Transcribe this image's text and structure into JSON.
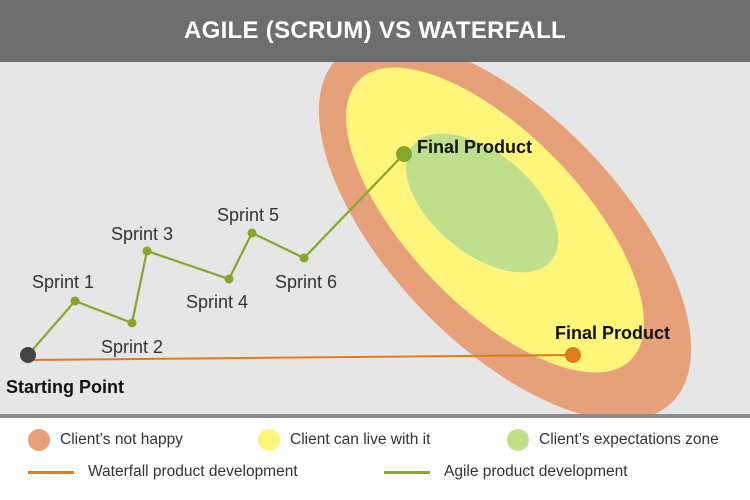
{
  "header": {
    "title": "AGILE (SCRUM) VS WATERFALL"
  },
  "diagram": {
    "start_label": "Starting Point",
    "agile_final_label": "Final Product",
    "waterfall_final_label": "Final Product",
    "sprints": [
      "Sprint 1",
      "Sprint 2",
      "Sprint 3",
      "Sprint 4",
      "Sprint 5",
      "Sprint 6"
    ]
  },
  "legend": {
    "zones": [
      {
        "label": "Client’s not happy",
        "color": "#e6a07a"
      },
      {
        "label": "Client can live with it",
        "color": "#fff57a"
      },
      {
        "label": "Client’s expectations zone",
        "color": "#bfdf8c"
      }
    ],
    "lines": [
      {
        "label": "Waterfall product development",
        "color": "#e07b1c"
      },
      {
        "label": "Agile product development",
        "color": "#86a52c"
      }
    ]
  },
  "colors": {
    "header_bg": "#6e6e6e",
    "diagram_bg": "#e6e6e6",
    "agile": "#86a52c",
    "waterfall": "#e07b1c",
    "start_point": "#444444"
  }
}
